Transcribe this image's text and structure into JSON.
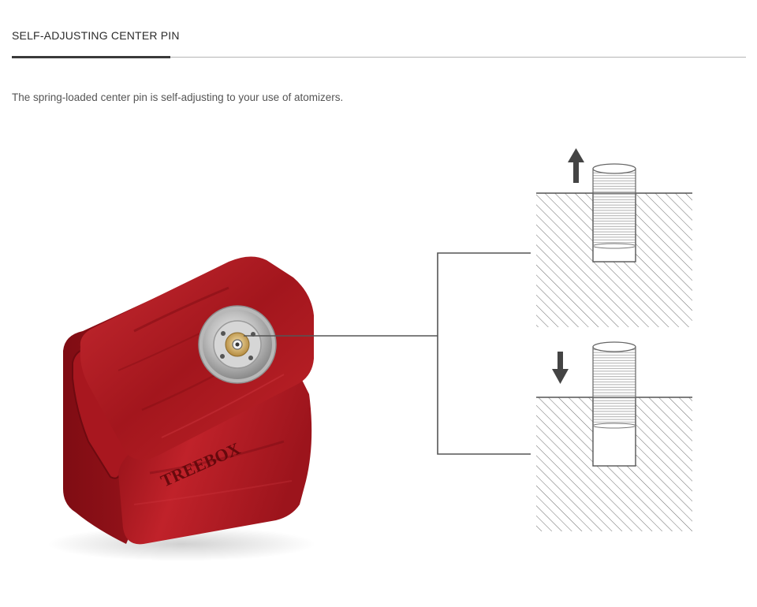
{
  "section": {
    "title": "SELF-ADJUSTING CENTER PIN"
  },
  "description": "The spring-loaded center pin is self-adjusting to your use of atomizers.",
  "device": {
    "brand_text": "TREEBOX",
    "body_color": "#b3151e"
  },
  "diagram": {
    "top_state_icon": "arrow-up-icon",
    "bottom_state_icon": "arrow-down-icon",
    "line_color": "#555555",
    "arrow_color": "#444444"
  }
}
